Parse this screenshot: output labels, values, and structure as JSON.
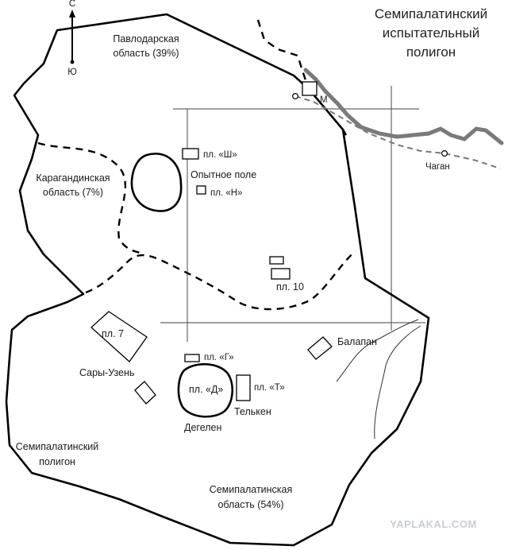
{
  "title": [
    "Семипалатинский",
    "испытательный",
    "полигон"
  ],
  "compass": {
    "north": "С",
    "south": "Ю"
  },
  "regions": {
    "pavlodar": [
      "Павлодарская",
      "область (39%)"
    ],
    "karaganda": [
      "Карагандинская",
      "область (7%)"
    ],
    "semipalatinsk_region": [
      "Семипалатинская",
      "область (54%)"
    ],
    "polygon": [
      "Семипалатинский",
      "полигон"
    ]
  },
  "sites": {
    "pl_sh": "пл. «Ш»",
    "test_field": "Опытное поле",
    "pl_n": "пл. «Н»",
    "pl_10": "пл. 10",
    "pl_7": "пл. 7",
    "sary_uzen": "Сары-Узень",
    "pl_g": "пл. «Г»",
    "pl_d": "пл. «Д»",
    "pl_t": "пл. «Т»",
    "degelen": "Дегелен",
    "telken": "Телькен",
    "balapan": "Балапан",
    "m": "М",
    "chagan": "Чаган"
  },
  "watermark": "YAPLAKAL.COM",
  "colors": {
    "river": "#7a7a7a",
    "border": "#000000",
    "grid": "#666666",
    "watermark": "#c9cdd6"
  }
}
